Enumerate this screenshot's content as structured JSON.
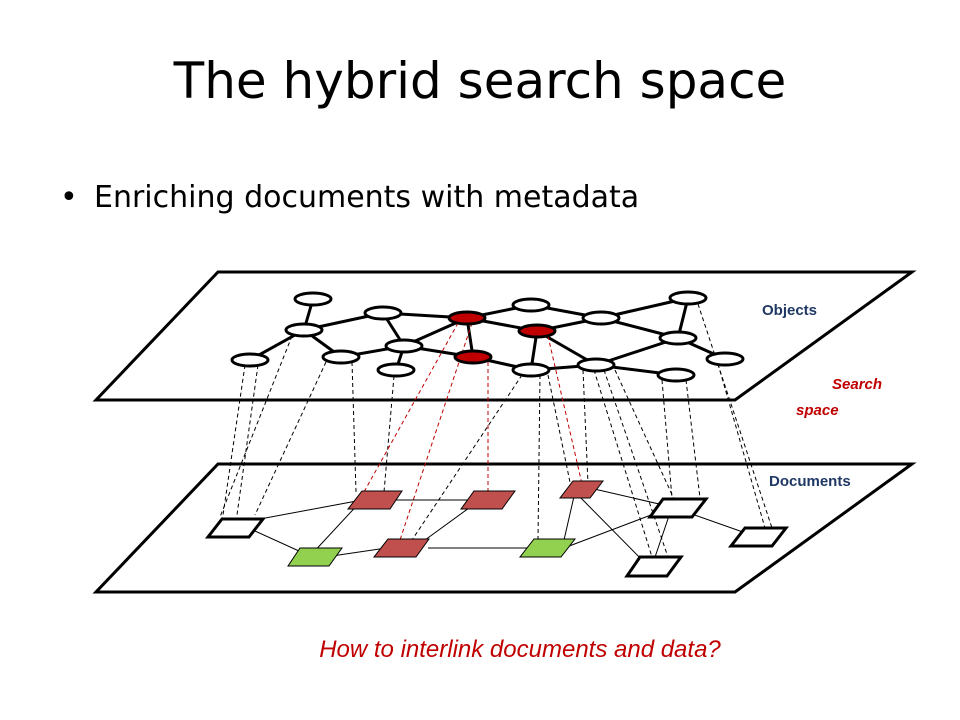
{
  "slide": {
    "title": "The hybrid search space",
    "bullet": "Enriching documents with metadata",
    "question": "How to interlink documents and data?"
  },
  "labels": {
    "objects": "Objects",
    "search_line1": "Search",
    "search_line2": "space",
    "documents": "Documents"
  },
  "colors": {
    "label_blue": "#1f3864",
    "label_red": "#c00000",
    "highlight_node": "#c00000",
    "red_doc": "#c0504d",
    "green_doc": "#92d050"
  }
}
